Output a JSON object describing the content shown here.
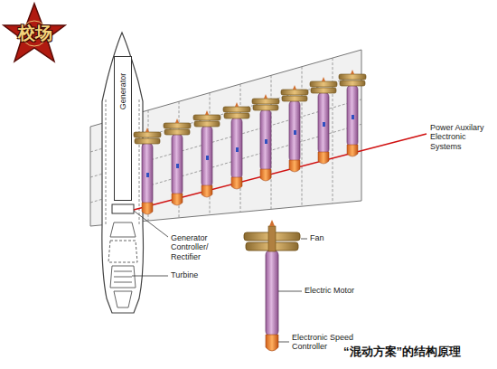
{
  "diagram": {
    "caption": "“混动方案”的结构原理",
    "nodes": [
      {
        "text": [
          "Generator"
        ]
      }
    ],
    "labels": [
      "校场",
      "Power Auxilary Electronic Systems",
      "Generator Controller/ Rectifier",
      "Turbine",
      "Fan",
      "Electric Motor",
      "Electronic Speed Controller"
    ]
  }
}
